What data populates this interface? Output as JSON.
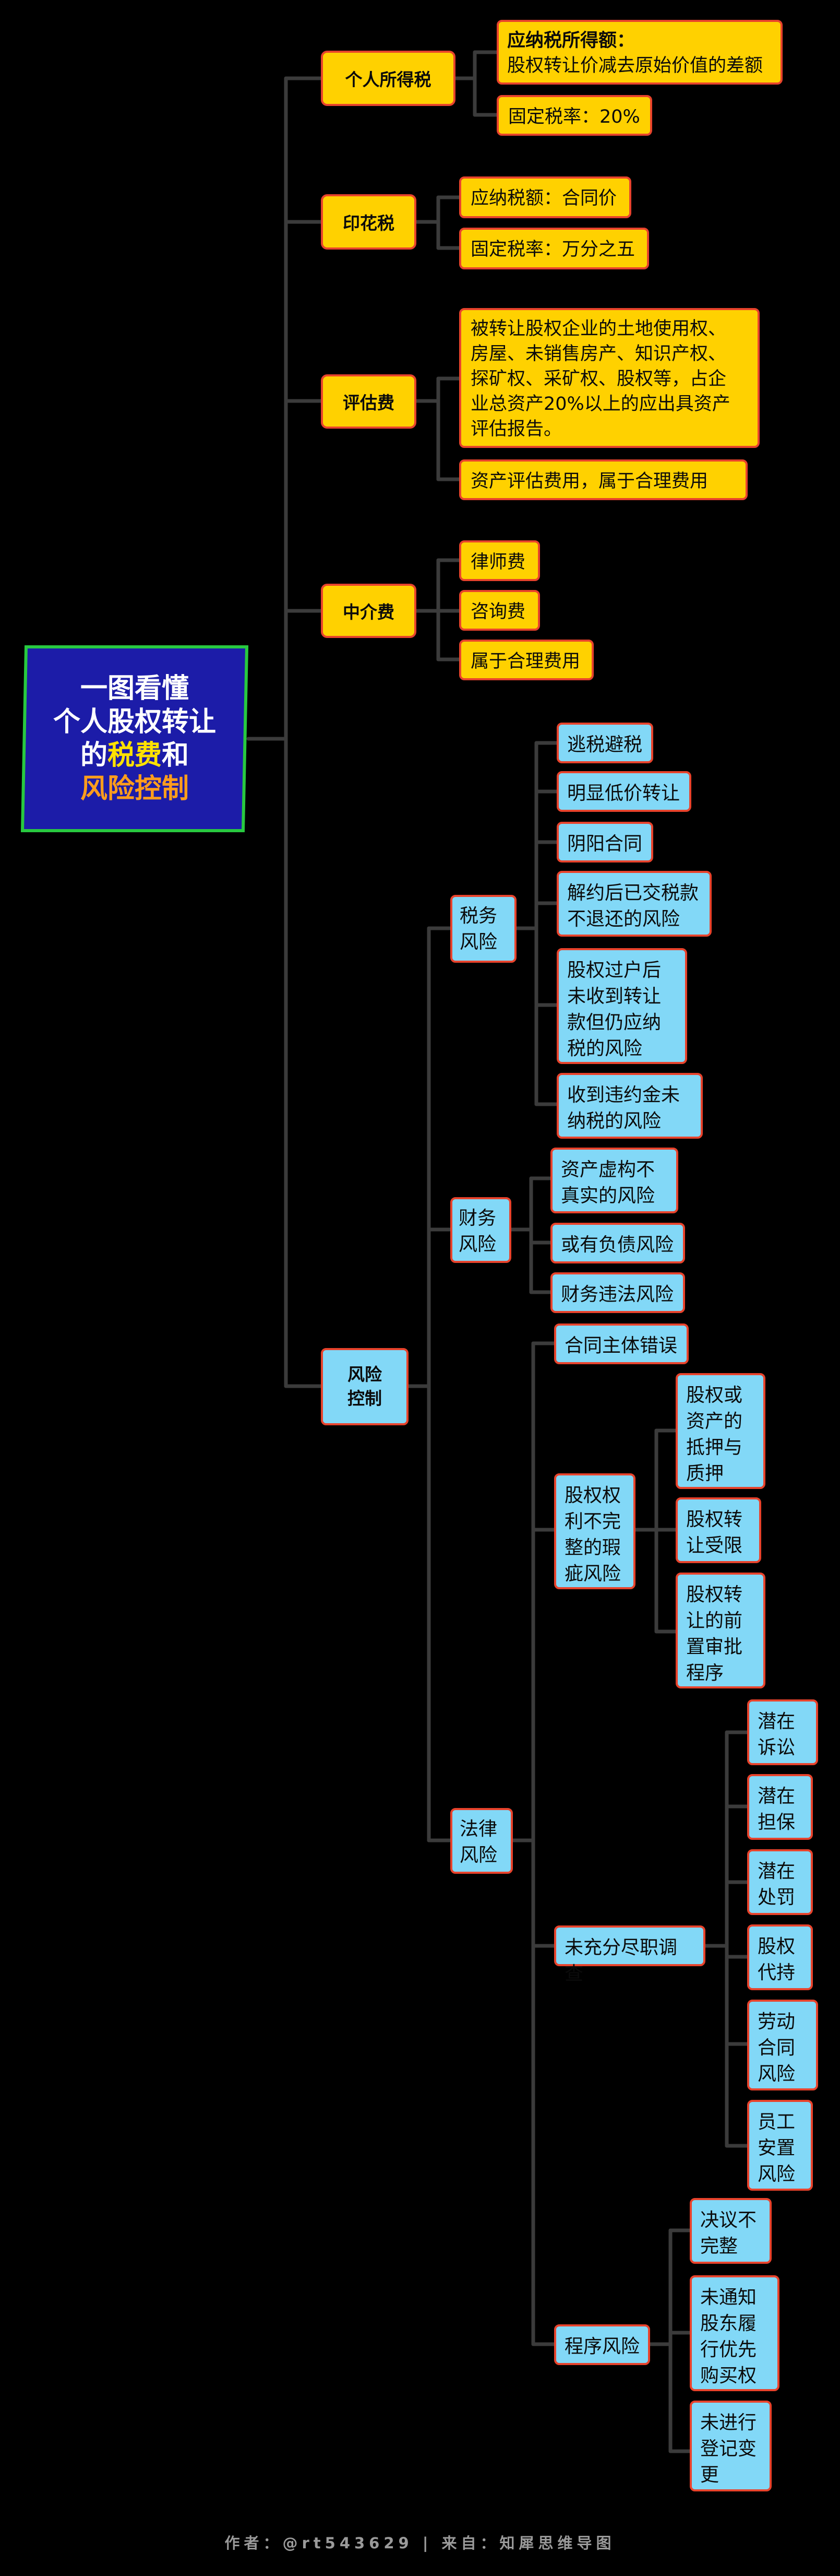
{
  "root": {
    "line1": "一图看懂",
    "line2": "个人股权转让",
    "line3_pre": "的",
    "line3_hl": "税费",
    "line3_post": "和",
    "line4": "风险控制",
    "colors": {
      "fill": "#1c1ca8",
      "border": "#28c940",
      "highlight_yellow": "#ffe100",
      "highlight_orange": "#ff9d1c"
    }
  },
  "tax": {
    "colors": {
      "fill": "#ffd100",
      "border": "#e8432c"
    },
    "personal_income_tax": {
      "label": "个人所得税",
      "taxable_title": "应纳税所得额：",
      "taxable_text": "股权转让价减去原始价值的差额",
      "rate": "固定税率：20%"
    },
    "stamp_duty": {
      "label": "印花税",
      "taxable": "应纳税额：合同价",
      "rate": "固定税率：万分之五"
    },
    "appraisal_fee": {
      "label": "评估费",
      "report_lines": [
        "被转让股权企业的土地使用权、",
        "房屋、未销售房产、知识产权、",
        "探矿权、采矿权、股权等，占企",
        "业总资产20%以上的应出具资产",
        "评估报告。"
      ],
      "fee_note": "资产评估费用，属于合理费用"
    },
    "agency_fee": {
      "label": "中介费",
      "items": [
        "律师费",
        "咨询费",
        "属于合理费用"
      ]
    }
  },
  "risk_control": {
    "colors": {
      "fill": "#82d8f7",
      "border": "#e8432c"
    },
    "label_lines": [
      "风险",
      "控制"
    ],
    "tax_risk": {
      "label_lines": [
        "税务",
        "风险"
      ],
      "items": [
        [
          "逃税避税"
        ],
        [
          "明显低价转让"
        ],
        [
          "阴阳合同"
        ],
        [
          "解约后已交税款",
          "不退还的风险"
        ],
        [
          "股权过户后",
          "未收到转让",
          "款但仍应纳",
          "税的风险"
        ],
        [
          "收到违约金未",
          "纳税的风险"
        ]
      ]
    },
    "financial_risk": {
      "label_lines": [
        "财务",
        "风险"
      ],
      "items": [
        [
          "资产虚构不",
          "真实的风险"
        ],
        [
          "或有负债风险"
        ],
        [
          "财务违法风险"
        ]
      ]
    },
    "legal_risk": {
      "label_lines": [
        "法律",
        "风险"
      ],
      "contract_subject": "合同主体错误",
      "equity_defect": {
        "label_lines": [
          "股权权",
          "利不完",
          "整的瑕",
          "疵风险"
        ],
        "items": [
          [
            "股权或",
            "资产的",
            "抵押与",
            "质押"
          ],
          [
            "股权转",
            "让受限"
          ],
          [
            "股权转",
            "让的前",
            "置审批",
            "程序"
          ]
        ]
      },
      "due_diligence": {
        "label": "未充分尽职调查",
        "items": [
          [
            "潜在",
            "诉讼"
          ],
          [
            "潜在",
            "担保"
          ],
          [
            "潜在",
            "处罚"
          ],
          [
            "股权",
            "代持"
          ],
          [
            "劳动",
            "合同",
            "风险"
          ],
          [
            "员工",
            "安置",
            "风险"
          ]
        ]
      },
      "procedure": {
        "label": "程序风险",
        "items": [
          [
            "决议不",
            "完整"
          ],
          [
            "未通知",
            "股东履",
            "行优先",
            "购买权"
          ],
          [
            "未进行",
            "登记变",
            "更"
          ]
        ]
      }
    }
  },
  "footer": "作者：@rt543629 | 来自：知犀思维导图"
}
